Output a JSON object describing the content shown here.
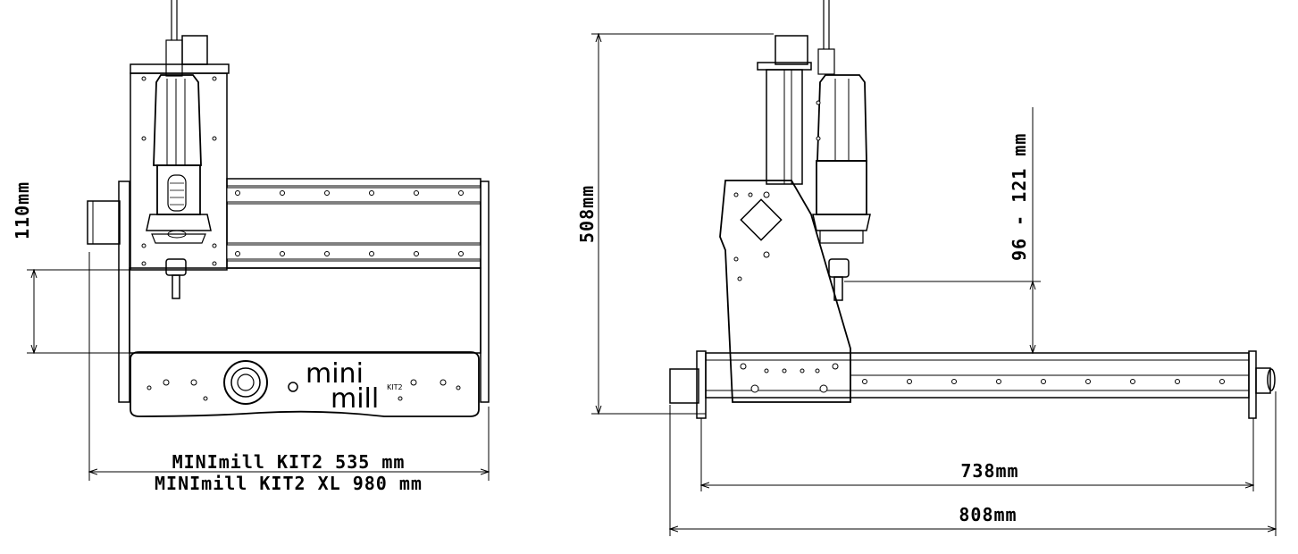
{
  "front_view": {
    "height_label": "110mm",
    "width_label_1": "MINImill KIT2 535 mm",
    "width_label_2": "MINImill KIT2 XL 980 mm",
    "logo_line_1": "mini",
    "logo_line_2": "mill",
    "logo_badge": "KIT2"
  },
  "side_view": {
    "height_label": "508mm",
    "travel_label": "96 - 121 mm",
    "inner_width_label": "738mm",
    "outer_width_label": "808mm"
  }
}
